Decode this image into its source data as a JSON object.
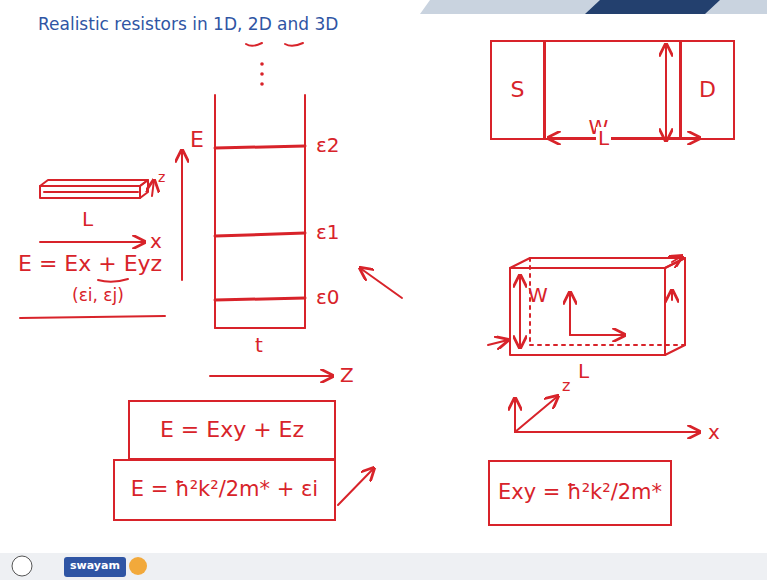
{
  "diagram": {
    "title": "Realistic resistors in 1D, 2D and 3D",
    "nodes": [
      {
        "text": [
          "S"
        ]
      },
      {
        "text": [
          "W"
        ]
      },
      {
        "text": [
          "D"
        ]
      },
      {
        "text": [
          "E = Exy + Ez"
        ]
      },
      {
        "text": [
          "E = ħ²k²/2m* + εi"
        ]
      },
      {
        "text": [
          "Exy = ħ²k²/2m*"
        ]
      }
    ],
    "labels": [
      "E = Ex + Eyz",
      "(εi, εj)",
      "L",
      "x",
      "z",
      "E",
      "ε2",
      "ε1",
      "ε0",
      "t",
      "Z",
      "L",
      "W",
      "L",
      "x",
      "z",
      "swayam"
    ]
  }
}
